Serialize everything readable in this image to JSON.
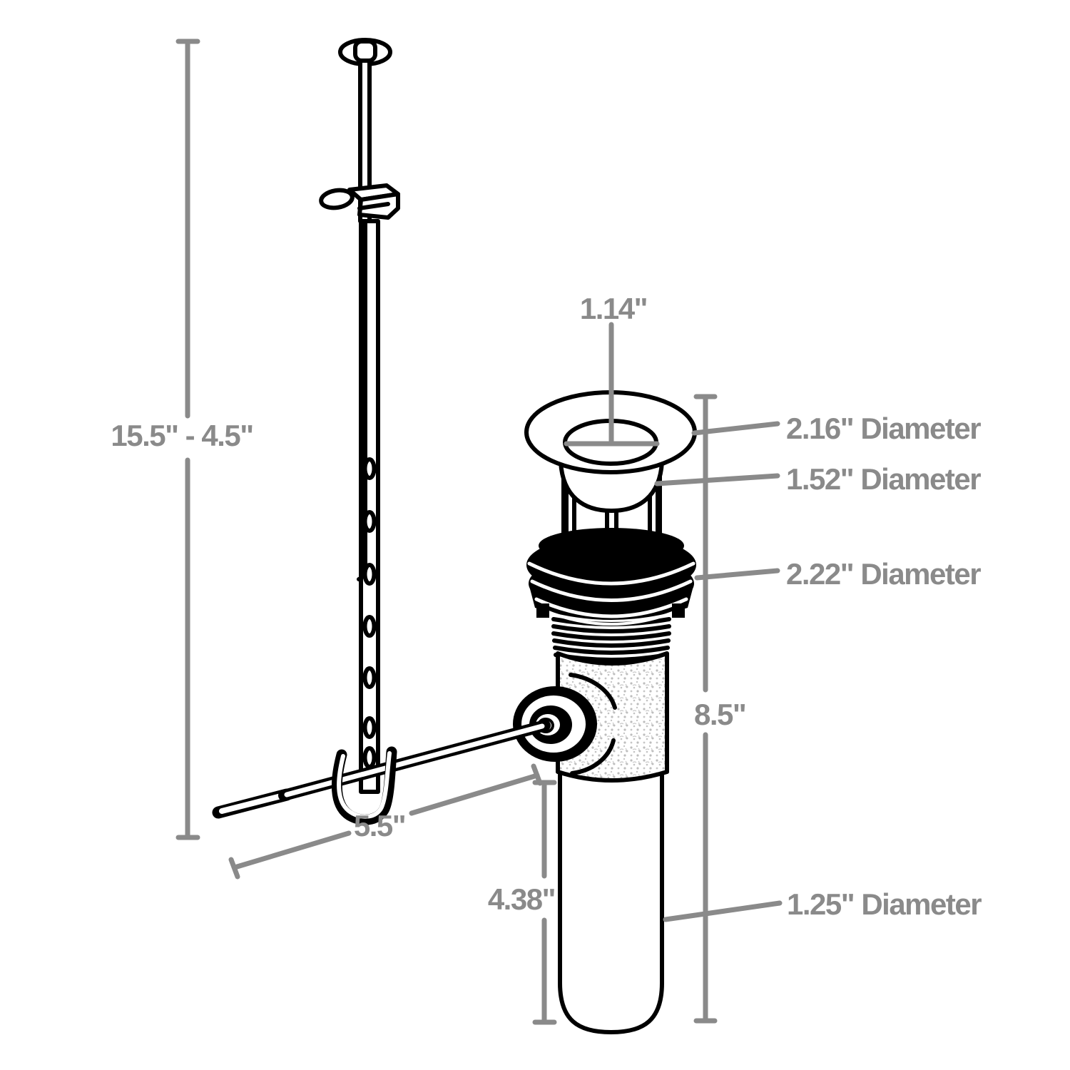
{
  "labels": {
    "lift_rod_range": "15.5\" - 4.5\"",
    "drain_opening": "1.14\"",
    "flange_diameter": "2.16\" Diameter",
    "neck_diameter": "1.52\" Diameter",
    "gasket_diameter": "2.22\" Diameter",
    "overall_height": "8.5\"",
    "pivot_rod_length": "5.5\"",
    "tailpiece_length": "4.38\"",
    "tailpiece_diameter": "1.25\" Diameter"
  },
  "colors": {
    "line": "#000000",
    "dimension": "#8a8a8a",
    "background": "#ffffff"
  }
}
